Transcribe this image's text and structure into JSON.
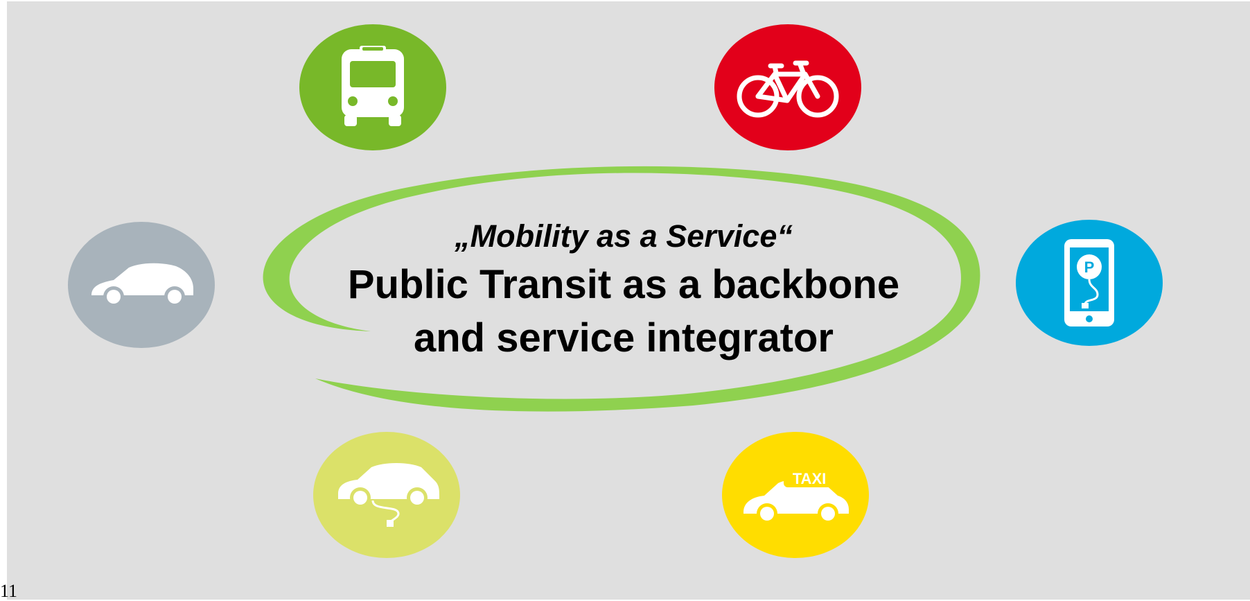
{
  "page_number": "11",
  "title_italic": "„Mobility as a Service“",
  "headline_line1": "Public Transit as a backbone",
  "headline_line2": "and service integrator",
  "icons": [
    {
      "name": "bus-icon",
      "color": "#78b829"
    },
    {
      "name": "bicycle-icon",
      "color": "#e2001a"
    },
    {
      "name": "car-icon",
      "color": "#a8b3bb"
    },
    {
      "name": "parking-app-icon",
      "color": "#00a9dd",
      "label": "P"
    },
    {
      "name": "electric-car-icon",
      "color": "#dbe169"
    },
    {
      "name": "taxi-icon",
      "color": "#ffdd00",
      "label": "TAXI"
    }
  ],
  "swoosh_color": "#8fd14f"
}
